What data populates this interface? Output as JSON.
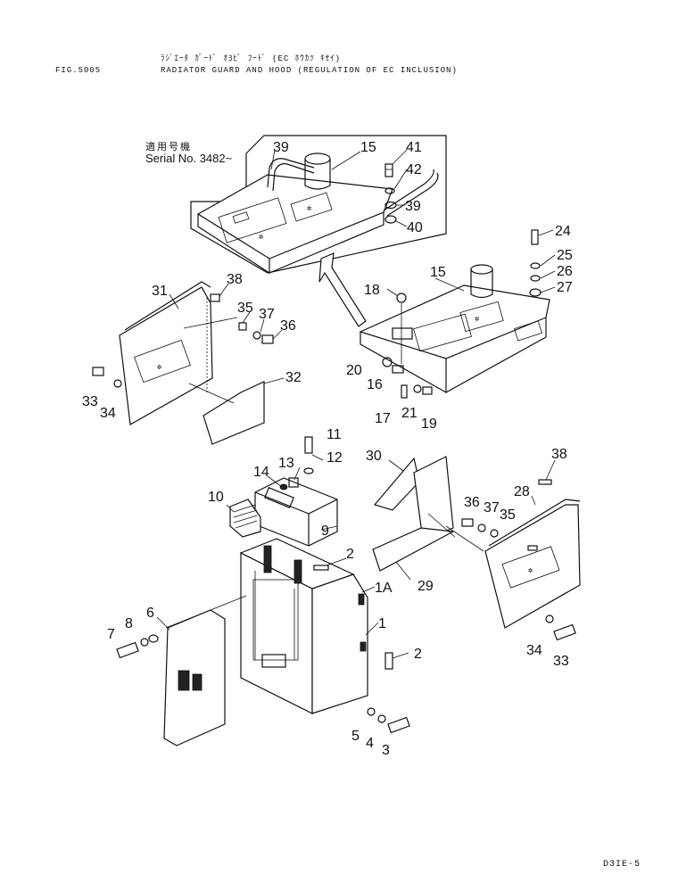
{
  "header": {
    "japanese_title": "ﾗｼﾞｴｰﾀ ｶﾞｰﾄﾞ ｵﾖﾋﾞ ﾌｰﾄﾞ (EC ﾎｳｶﾂ ｷｾｲ)",
    "fig_number": "FIG.5005",
    "english_title": "RADIATOR GUARD AND HOOD (REGULATION OF EC INCLUSION)"
  },
  "serial_note": {
    "japanese": "適用号機",
    "english": "Serial No. 3482~"
  },
  "callouts": [
    {
      "id": "c39a",
      "text": "39"
    },
    {
      "id": "c15a",
      "text": "15"
    },
    {
      "id": "c41",
      "text": "41"
    },
    {
      "id": "c42",
      "text": "42"
    },
    {
      "id": "c39b",
      "text": "39"
    },
    {
      "id": "c40",
      "text": "40"
    },
    {
      "id": "c24",
      "text": "24"
    },
    {
      "id": "c25",
      "text": "25"
    },
    {
      "id": "c26",
      "text": "26"
    },
    {
      "id": "c27",
      "text": "27"
    },
    {
      "id": "c18",
      "text": "18"
    },
    {
      "id": "c15b",
      "text": "15"
    },
    {
      "id": "c31",
      "text": "31"
    },
    {
      "id": "c38a",
      "text": "38"
    },
    {
      "id": "c35a",
      "text": "35"
    },
    {
      "id": "c37a",
      "text": "37"
    },
    {
      "id": "c36a",
      "text": "36"
    },
    {
      "id": "c32",
      "text": "32"
    },
    {
      "id": "c33a",
      "text": "33"
    },
    {
      "id": "c34a",
      "text": "34"
    },
    {
      "id": "c20",
      "text": "20"
    },
    {
      "id": "c16",
      "text": "16"
    },
    {
      "id": "c17",
      "text": "17"
    },
    {
      "id": "c21",
      "text": "21"
    },
    {
      "id": "c19",
      "text": "19"
    },
    {
      "id": "c11",
      "text": "11"
    },
    {
      "id": "c14",
      "text": "14"
    },
    {
      "id": "c13",
      "text": "13"
    },
    {
      "id": "c12",
      "text": "12"
    },
    {
      "id": "c10",
      "text": "10"
    },
    {
      "id": "c9",
      "text": "9"
    },
    {
      "id": "c30",
      "text": "30"
    },
    {
      "id": "c38b",
      "text": "38"
    },
    {
      "id": "c28",
      "text": "28"
    },
    {
      "id": "c36b",
      "text": "36"
    },
    {
      "id": "c37b",
      "text": "37"
    },
    {
      "id": "c35b",
      "text": "35"
    },
    {
      "id": "c29",
      "text": "29"
    },
    {
      "id": "c2a",
      "text": "2"
    },
    {
      "id": "c1a",
      "text": "1A"
    },
    {
      "id": "c1",
      "text": "1"
    },
    {
      "id": "c2b",
      "text": "2"
    },
    {
      "id": "c6",
      "text": "6"
    },
    {
      "id": "c8",
      "text": "8"
    },
    {
      "id": "c7",
      "text": "7"
    },
    {
      "id": "c5",
      "text": "5"
    },
    {
      "id": "c4",
      "text": "4"
    },
    {
      "id": "c3",
      "text": "3"
    },
    {
      "id": "c34b",
      "text": "34"
    },
    {
      "id": "c33b",
      "text": "33"
    }
  ],
  "footer": {
    "page_code": "D3IE-5"
  }
}
